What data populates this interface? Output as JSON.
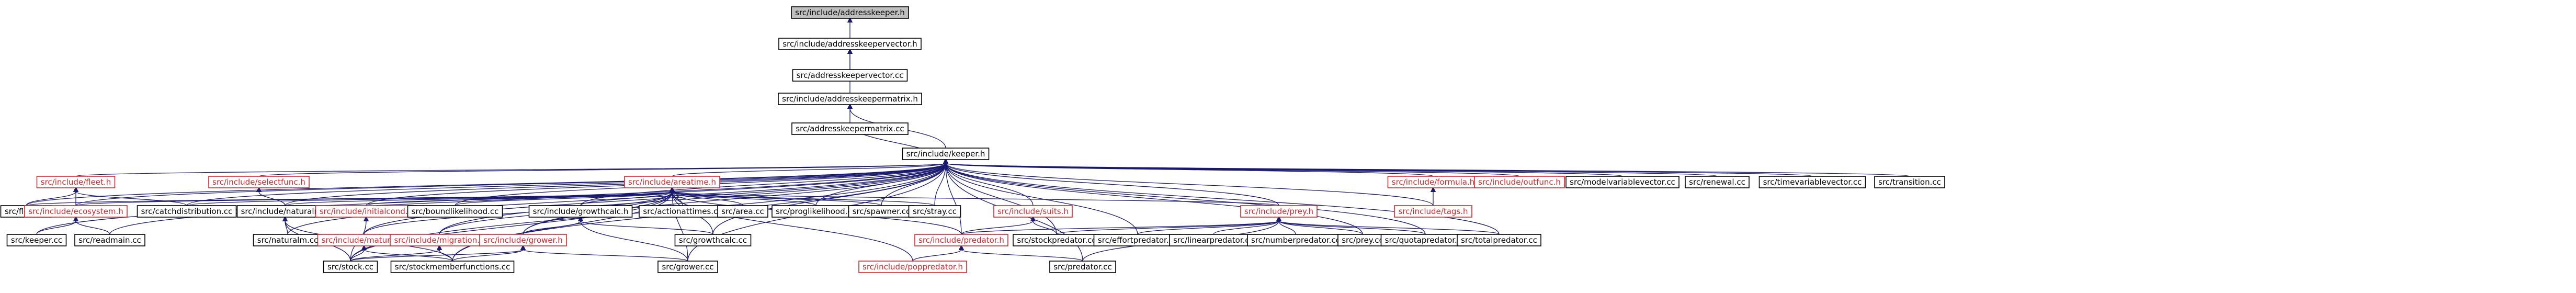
{
  "graph": {
    "colors": {
      "edge": "#191970",
      "root_fill": "#bfbfbf",
      "ext": "#d4272d",
      "border": "#000000"
    },
    "nodes": [
      {
        "id": "addresskeeper_h",
        "label": "src/include/addresskeeper.h",
        "kind": "root"
      },
      {
        "id": "addresskeepervector_h",
        "label": "src/include/addresskeepervector.h",
        "kind": "normal"
      },
      {
        "id": "addresskeepervector_cc",
        "label": "src/addresskeepervector.cc",
        "kind": "normal"
      },
      {
        "id": "addresskeepermatrix_h",
        "label": "src/include/addresskeepermatrix.h",
        "kind": "normal"
      },
      {
        "id": "addresskeepermatrix_cc",
        "label": "src/addresskeepermatrix.cc",
        "kind": "normal"
      },
      {
        "id": "keeper_h",
        "label": "src/include/keeper.h",
        "kind": "normal"
      },
      {
        "id": "fleet_h",
        "label": "src/include/fleet.h",
        "kind": "ext"
      },
      {
        "id": "selectfunc_h",
        "label": "src/include/selectfunc.h",
        "kind": "ext"
      },
      {
        "id": "areatime_h",
        "label": "src/include/areatime.h",
        "kind": "ext"
      },
      {
        "id": "formula_h",
        "label": "src/include/formula.h",
        "kind": "ext"
      },
      {
        "id": "outfunc_h",
        "label": "src/include/outfunc.h",
        "kind": "ext"
      },
      {
        "id": "modelvariablevector_cc",
        "label": "src/modelvariablevector.cc",
        "kind": "normal"
      },
      {
        "id": "renewal_cc",
        "label": "src/renewal.cc",
        "kind": "normal"
      },
      {
        "id": "timevariablevector_cc",
        "label": "src/timevariablevector.cc",
        "kind": "normal"
      },
      {
        "id": "transition_cc",
        "label": "src/transition.cc",
        "kind": "normal"
      },
      {
        "id": "fleet_cc",
        "label": "src/fleet.cc",
        "kind": "normal"
      },
      {
        "id": "ecosystem_h",
        "label": "src/include/ecosystem.h",
        "kind": "ext"
      },
      {
        "id": "catchdistribution_cc",
        "label": "src/catchdistribution.cc",
        "kind": "normal"
      },
      {
        "id": "naturalm_h",
        "label": "src/include/naturalm.h",
        "kind": "normal"
      },
      {
        "id": "initialcond_h",
        "label": "src/include/initialcond.h",
        "kind": "ext"
      },
      {
        "id": "boundlikelihood_cc",
        "label": "src/boundlikelihood.cc",
        "kind": "normal"
      },
      {
        "id": "growthcalc_h",
        "label": "src/include/growthcalc.h",
        "kind": "normal"
      },
      {
        "id": "actionattimes_cc",
        "label": "src/actionattimes.cc",
        "kind": "normal"
      },
      {
        "id": "area_cc",
        "label": "src/area.cc",
        "kind": "normal"
      },
      {
        "id": "proglikelihood_cc",
        "label": "src/proglikelihood.cc",
        "kind": "normal"
      },
      {
        "id": "spawner_cc",
        "label": "src/spawner.cc",
        "kind": "normal"
      },
      {
        "id": "stray_cc",
        "label": "src/stray.cc",
        "kind": "normal"
      },
      {
        "id": "suits_h",
        "label": "src/include/suits.h",
        "kind": "ext"
      },
      {
        "id": "prey_h",
        "label": "src/include/prey.h",
        "kind": "ext"
      },
      {
        "id": "tags_h",
        "label": "src/include/tags.h",
        "kind": "ext"
      },
      {
        "id": "keeper_cc",
        "label": "src/keeper.cc",
        "kind": "normal"
      },
      {
        "id": "readmain_cc",
        "label": "src/readmain.cc",
        "kind": "normal"
      },
      {
        "id": "naturalm_cc",
        "label": "src/naturalm.cc",
        "kind": "normal"
      },
      {
        "id": "maturity_h",
        "label": "src/include/maturity.h",
        "kind": "ext"
      },
      {
        "id": "migration_h",
        "label": "src/include/migration.h",
        "kind": "ext"
      },
      {
        "id": "grower_h",
        "label": "src/include/grower.h",
        "kind": "ext"
      },
      {
        "id": "growthcalc_cc",
        "label": "src/growthcalc.cc",
        "kind": "normal"
      },
      {
        "id": "predator_h",
        "label": "src/include/predator.h",
        "kind": "ext"
      },
      {
        "id": "stockpredator_cc",
        "label": "src/stockpredator.cc",
        "kind": "normal"
      },
      {
        "id": "effortpredator_cc",
        "label": "src/effortpredator.cc",
        "kind": "normal"
      },
      {
        "id": "linearpredator_cc",
        "label": "src/linearpredator.cc",
        "kind": "normal"
      },
      {
        "id": "numberpredator_cc",
        "label": "src/numberpredator.cc",
        "kind": "normal"
      },
      {
        "id": "prey_cc",
        "label": "src/prey.cc",
        "kind": "normal"
      },
      {
        "id": "quotapredator_cc",
        "label": "src/quotapredator.cc",
        "kind": "normal"
      },
      {
        "id": "totalpredator_cc",
        "label": "src/totalpredator.cc",
        "kind": "normal"
      },
      {
        "id": "stock_cc",
        "label": "src/stock.cc",
        "kind": "normal"
      },
      {
        "id": "stockmemberfunctions_cc",
        "label": "src/stockmemberfunctions.cc",
        "kind": "normal"
      },
      {
        "id": "grower_cc",
        "label": "src/grower.cc",
        "kind": "normal"
      },
      {
        "id": "poppredator_h",
        "label": "src/include/poppredator.h",
        "kind": "ext"
      },
      {
        "id": "predator_cc",
        "label": "src/predator.cc",
        "kind": "normal"
      }
    ],
    "edges": [
      [
        "addresskeeper_h",
        "addresskeepervector_h"
      ],
      [
        "addresskeepervector_h",
        "addresskeepervector_cc"
      ],
      [
        "addresskeepervector_h",
        "addresskeepermatrix_h"
      ],
      [
        "addresskeepermatrix_h",
        "addresskeepermatrix_cc"
      ],
      [
        "addresskeepermatrix_h",
        "keeper_h"
      ],
      [
        "keeper_h",
        "addresskeepermatrix_cc"
      ],
      [
        "keeper_h",
        "fleet_h"
      ],
      [
        "keeper_h",
        "selectfunc_h"
      ],
      [
        "keeper_h",
        "areatime_h"
      ],
      [
        "keeper_h",
        "formula_h"
      ],
      [
        "keeper_h",
        "outfunc_h"
      ],
      [
        "keeper_h",
        "modelvariablevector_cc"
      ],
      [
        "keeper_h",
        "renewal_cc"
      ],
      [
        "keeper_h",
        "timevariablevector_cc"
      ],
      [
        "keeper_h",
        "transition_cc"
      ],
      [
        "keeper_h",
        "fleet_cc"
      ],
      [
        "keeper_h",
        "ecosystem_h"
      ],
      [
        "keeper_h",
        "catchdistribution_cc"
      ],
      [
        "keeper_h",
        "naturalm_h"
      ],
      [
        "keeper_h",
        "initialcond_h"
      ],
      [
        "keeper_h",
        "boundlikelihood_cc"
      ],
      [
        "keeper_h",
        "growthcalc_h"
      ],
      [
        "keeper_h",
        "proglikelihood_cc"
      ],
      [
        "keeper_h",
        "spawner_cc"
      ],
      [
        "keeper_h",
        "stray_cc"
      ],
      [
        "keeper_h",
        "suits_h"
      ],
      [
        "keeper_h",
        "prey_h"
      ],
      [
        "keeper_h",
        "tags_h"
      ],
      [
        "keeper_h",
        "keeper_cc"
      ],
      [
        "keeper_h",
        "readmain_cc"
      ],
      [
        "keeper_h",
        "naturalm_cc"
      ],
      [
        "keeper_h",
        "maturity_h"
      ],
      [
        "keeper_h",
        "migration_h"
      ],
      [
        "keeper_h",
        "grower_h"
      ],
      [
        "keeper_h",
        "growthcalc_cc"
      ],
      [
        "keeper_h",
        "predator_h"
      ],
      [
        "keeper_h",
        "stockpredator_cc"
      ],
      [
        "keeper_h",
        "effortpredator_cc"
      ],
      [
        "keeper_h",
        "prey_cc"
      ],
      [
        "keeper_h",
        "quotapredator_cc"
      ],
      [
        "keeper_h",
        "totalpredator_cc"
      ],
      [
        "keeper_h",
        "stock_cc"
      ],
      [
        "keeper_h",
        "stockmemberfunctions_cc"
      ],
      [
        "keeper_h",
        "grower_cc"
      ],
      [
        "keeper_h",
        "predator_cc"
      ],
      [
        "fleet_h",
        "fleet_cc"
      ],
      [
        "fleet_h",
        "ecosystem_h"
      ],
      [
        "fleet_h",
        "catchdistribution_cc"
      ],
      [
        "selectfunc_h",
        "naturalm_h"
      ],
      [
        "areatime_h",
        "fleet_cc"
      ],
      [
        "areatime_h",
        "ecosystem_h"
      ],
      [
        "areatime_h",
        "catchdistribution_cc"
      ],
      [
        "areatime_h",
        "naturalm_h"
      ],
      [
        "areatime_h",
        "initialcond_h"
      ],
      [
        "areatime_h",
        "boundlikelihood_cc"
      ],
      [
        "areatime_h",
        "growthcalc_h"
      ],
      [
        "areatime_h",
        "actionattimes_cc"
      ],
      [
        "areatime_h",
        "area_cc"
      ],
      [
        "areatime_h",
        "proglikelihood_cc"
      ],
      [
        "areatime_h",
        "spawner_cc"
      ],
      [
        "areatime_h",
        "stray_cc"
      ],
      [
        "areatime_h",
        "prey_h"
      ],
      [
        "areatime_h",
        "maturity_h"
      ],
      [
        "areatime_h",
        "migration_h"
      ],
      [
        "areatime_h",
        "grower_h"
      ],
      [
        "areatime_h",
        "growthcalc_cc"
      ],
      [
        "areatime_h",
        "predator_h"
      ],
      [
        "areatime_h",
        "stock_cc"
      ],
      [
        "areatime_h",
        "stockmemberfunctions_cc"
      ],
      [
        "areatime_h",
        "grower_cc"
      ],
      [
        "areatime_h",
        "poppredator_h"
      ],
      [
        "formula_h",
        "tags_h"
      ],
      [
        "ecosystem_h",
        "keeper_cc"
      ],
      [
        "ecosystem_h",
        "readmain_cc"
      ],
      [
        "naturalm_h",
        "naturalm_cc"
      ],
      [
        "naturalm_h",
        "stock_cc"
      ],
      [
        "naturalm_h",
        "stockmemberfunctions_cc"
      ],
      [
        "initialcond_h",
        "stock_cc"
      ],
      [
        "growthcalc_h",
        "grower_h"
      ],
      [
        "growthcalc_h",
        "growthcalc_cc"
      ],
      [
        "growthcalc_h",
        "grower_cc"
      ],
      [
        "suits_h",
        "predator_h"
      ],
      [
        "suits_h",
        "stockpredator_cc"
      ],
      [
        "prey_h",
        "predator_h"
      ],
      [
        "prey_h",
        "stockpredator_cc"
      ],
      [
        "prey_h",
        "effortpredator_cc"
      ],
      [
        "prey_h",
        "linearpredator_cc"
      ],
      [
        "prey_h",
        "numberpredator_cc"
      ],
      [
        "prey_h",
        "prey_cc"
      ],
      [
        "prey_h",
        "quotapredator_cc"
      ],
      [
        "prey_h",
        "totalpredator_cc"
      ],
      [
        "prey_h",
        "predator_cc"
      ],
      [
        "maturity_h",
        "stock_cc"
      ],
      [
        "maturity_h",
        "stockmemberfunctions_cc"
      ],
      [
        "migration_h",
        "stock_cc"
      ],
      [
        "migration_h",
        "stockmemberfunctions_cc"
      ],
      [
        "grower_h",
        "stock_cc"
      ],
      [
        "grower_h",
        "stockmemberfunctions_cc"
      ],
      [
        "grower_h",
        "grower_cc"
      ],
      [
        "predator_h",
        "poppredator_h"
      ],
      [
        "predator_h",
        "predator_cc"
      ]
    ]
  }
}
